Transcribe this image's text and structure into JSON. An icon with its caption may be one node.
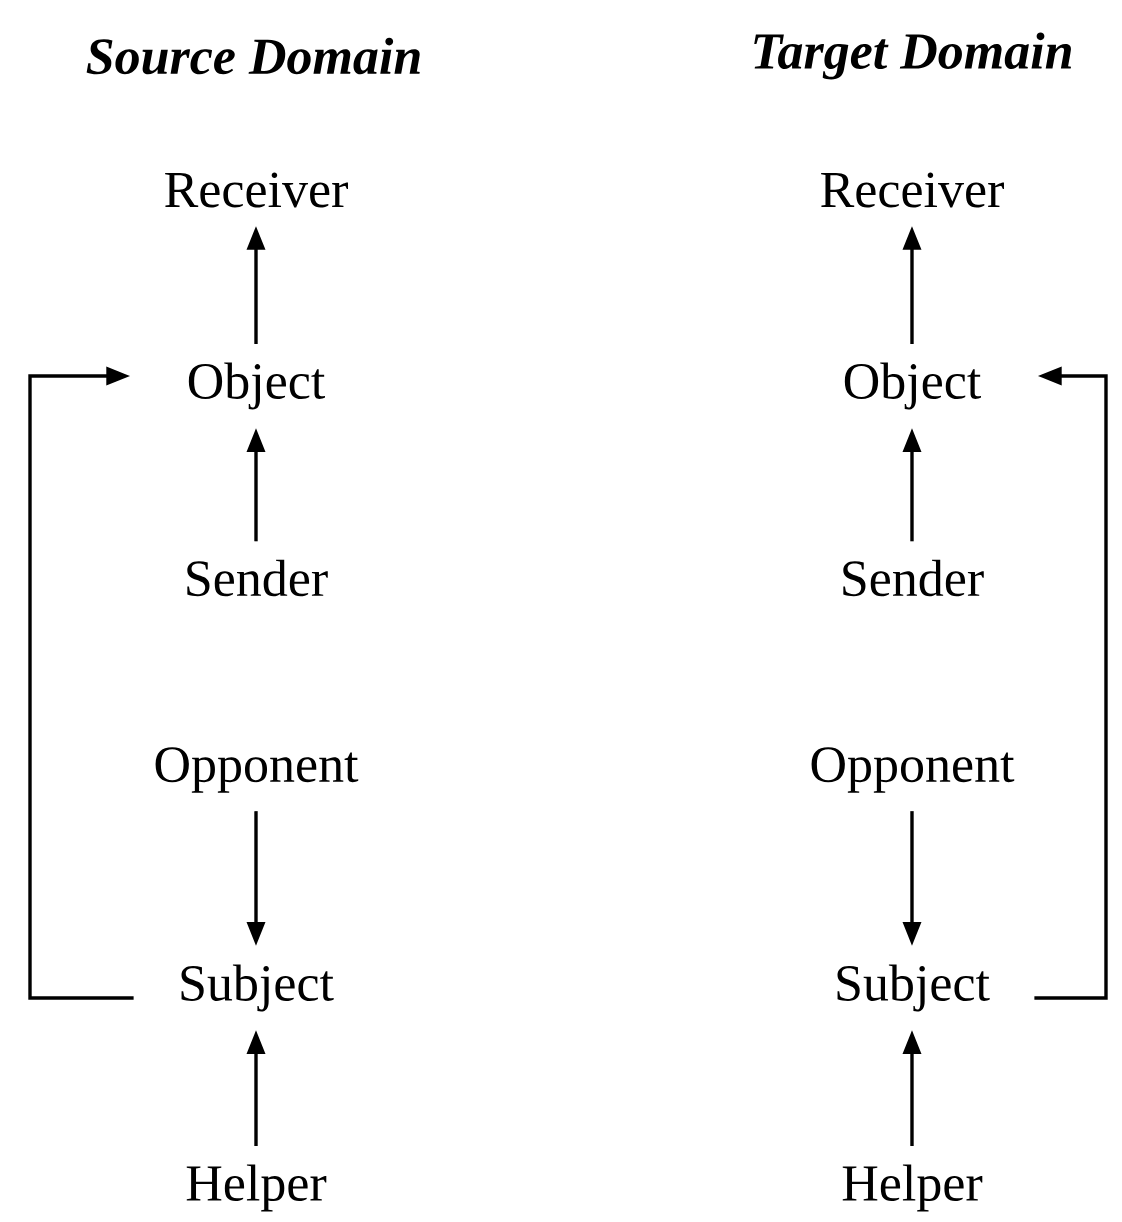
{
  "diagram": {
    "nodes": [
      {
        "text": [
          "Receiver"
        ]
      },
      {
        "text": [
          "Object"
        ]
      },
      {
        "text": [
          "Sender"
        ]
      },
      {
        "text": [
          "Opponent"
        ]
      },
      {
        "text": [
          "Subject"
        ]
      },
      {
        "text": [
          "Helper"
        ]
      },
      {
        "text": [
          "Receiver"
        ]
      },
      {
        "text": [
          "Object"
        ]
      },
      {
        "text": [
          "Sender"
        ]
      },
      {
        "text": [
          "Opponent"
        ]
      },
      {
        "text": [
          "Subject"
        ]
      },
      {
        "text": [
          "Helper"
        ]
      }
    ],
    "edges": [
      {
        "from": 1,
        "to": 0,
        "arrow": "to"
      },
      {
        "from": 2,
        "to": 1,
        "arrow": "to"
      },
      {
        "from": 3,
        "to": 4,
        "arrow": "to"
      },
      {
        "from": 5,
        "to": 4,
        "arrow": "to"
      },
      {
        "from": 4,
        "to": 1,
        "arrow": "to"
      },
      {
        "from": 7,
        "to": 6,
        "arrow": "to"
      },
      {
        "from": 8,
        "to": 7,
        "arrow": "to"
      },
      {
        "from": 9,
        "to": 10,
        "arrow": "to"
      },
      {
        "from": 11,
        "to": 10,
        "arrow": "to"
      },
      {
        "from": 10,
        "to": 7,
        "arrow": "to"
      }
    ],
    "labels": [
      "Source Domain",
      "Target Domain"
    ]
  }
}
